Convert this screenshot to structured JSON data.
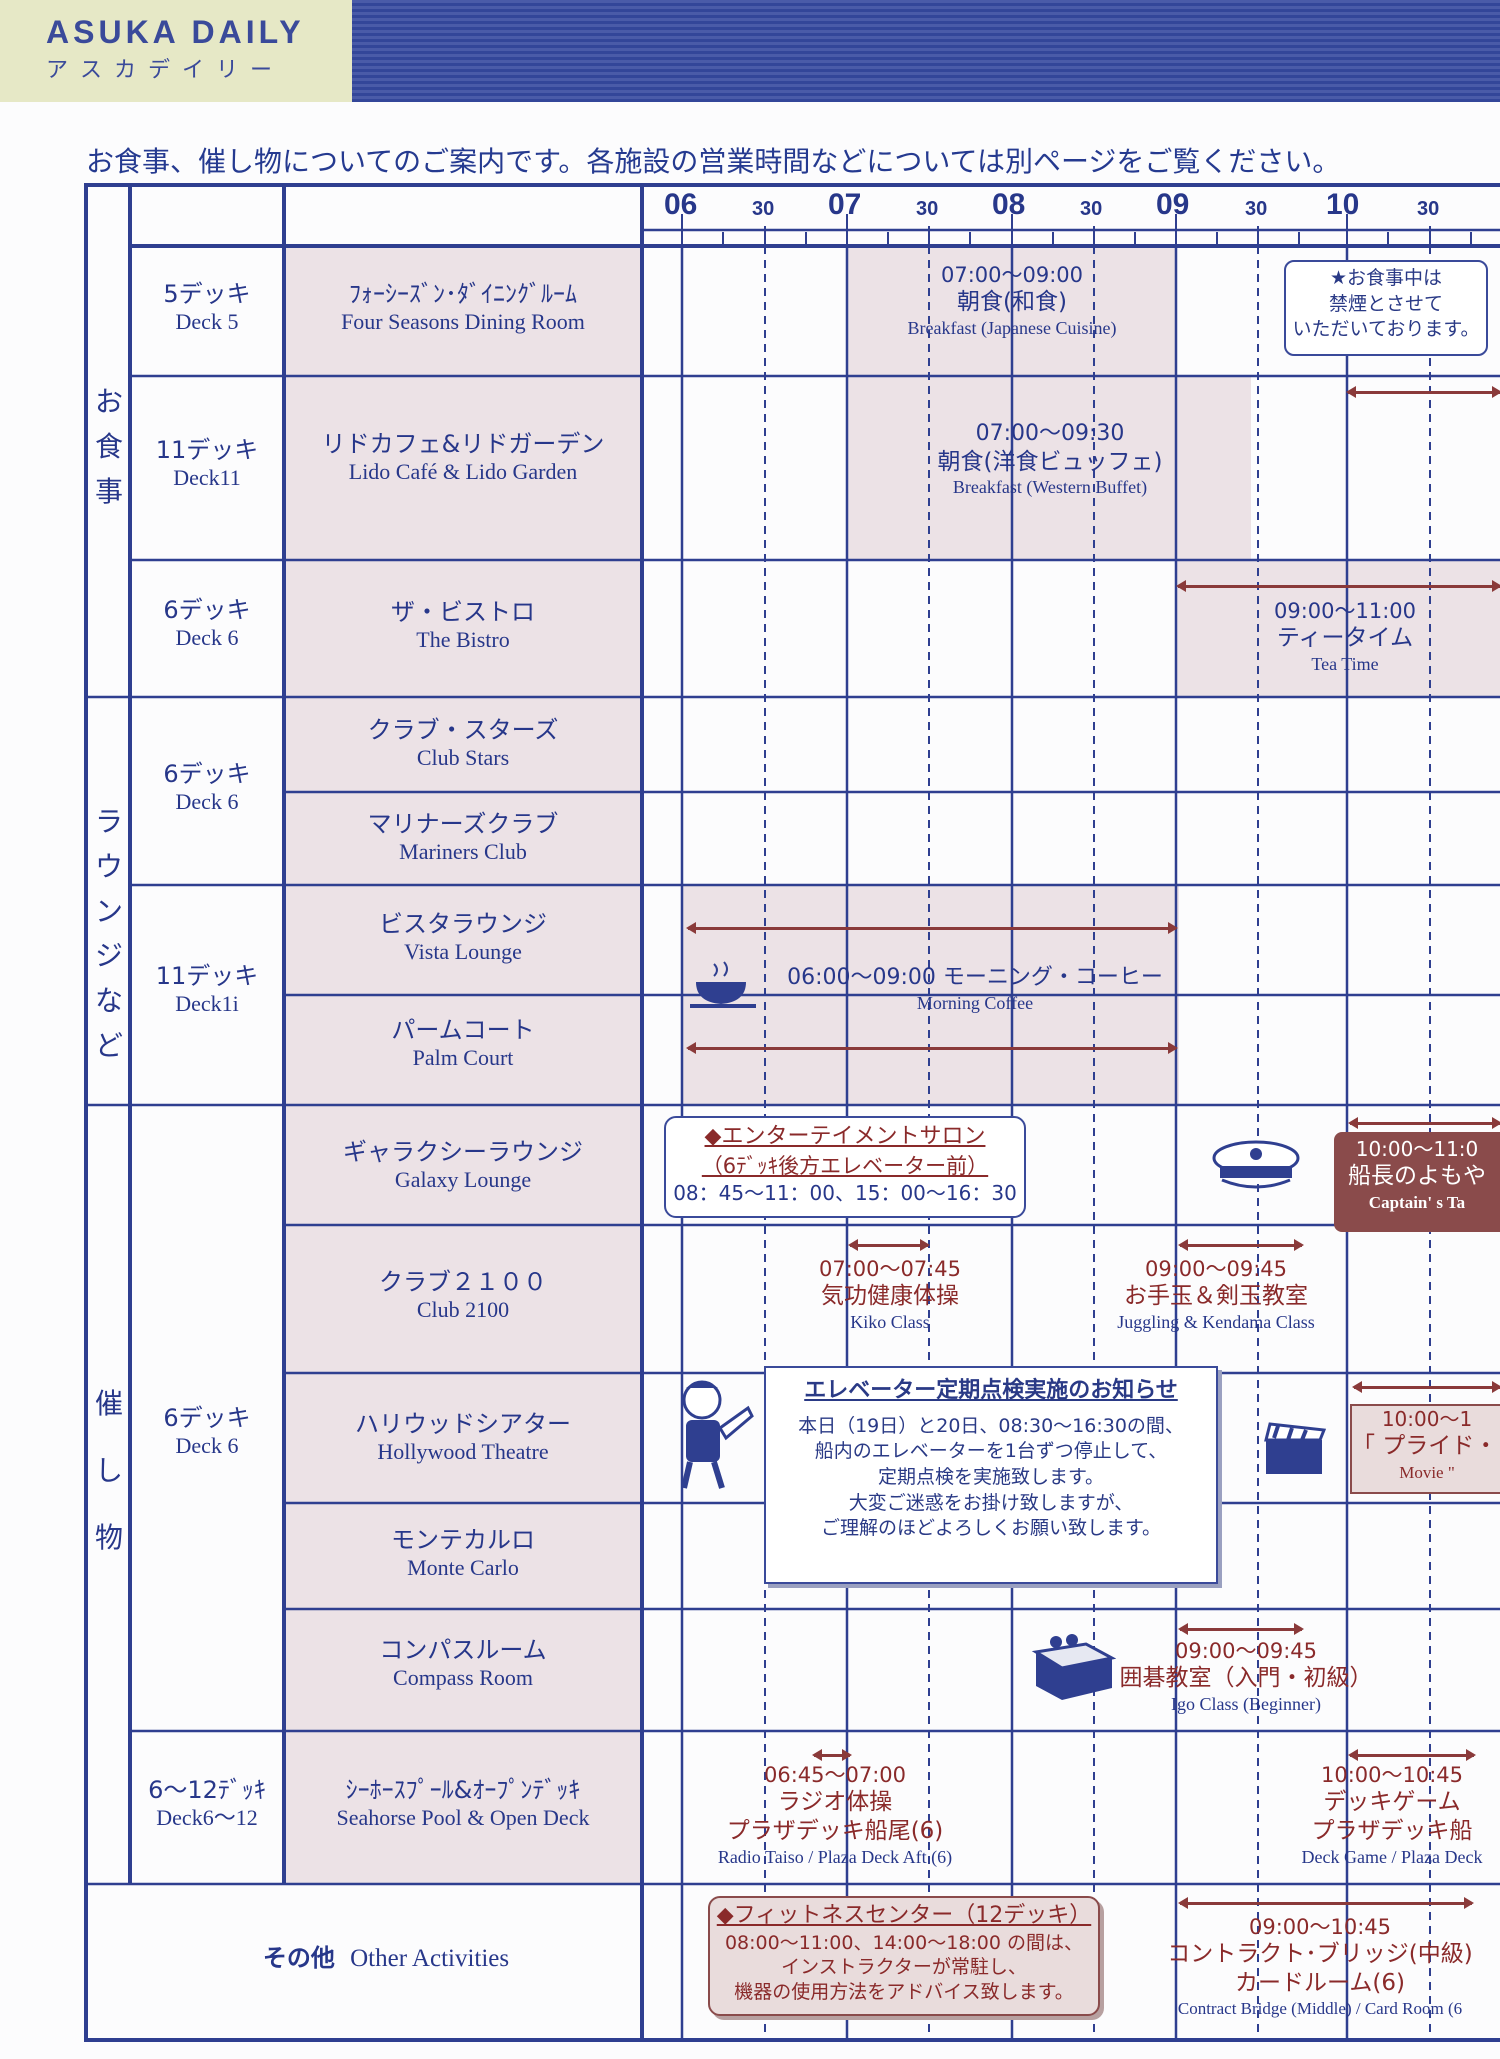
{
  "header": {
    "title": "ASUKA DAILY",
    "subtitle": "アスカデイリー"
  },
  "intro": "お食事、催し物についてのご案内です。各施設の営業時間などについては別ページをご覧ください。",
  "timeline": {
    "hours": [
      "06",
      "07",
      "08",
      "09",
      "10"
    ],
    "half": "30"
  },
  "groups": {
    "dining": "お食事",
    "lounge": "ラウンジなど",
    "events": "催し物",
    "other": "その他",
    "other_en": "Other Activities"
  },
  "decks": [
    {
      "jp": "5デッキ",
      "en": "Deck 5"
    },
    {
      "jp": "11デッキ",
      "en": "Deck11"
    },
    {
      "jp": "6デッキ",
      "en": "Deck 6"
    },
    {
      "jp": "6デッキ",
      "en": "Deck 6"
    },
    {
      "jp": "11デッキ",
      "en": "Deck1i"
    },
    {
      "jp": "6デッキ",
      "en": "Deck 6"
    },
    {
      "jp": "6～12ﾃﾞｯｷ",
      "en": "Deck6～12"
    }
  ],
  "venues": [
    {
      "jp": "ﾌｫｰｼｰｽﾞﾝ･ﾀﾞｲﾆﾝｸﾞﾙｰﾑ",
      "en": "Four Seasons Dining Room"
    },
    {
      "jp": "リドカフェ&リドガーデン",
      "en": "Lido Café & Lido Garden"
    },
    {
      "jp": "ザ・ビストロ",
      "en": "The Bistro"
    },
    {
      "jp": "クラブ・スターズ",
      "en": "Club Stars"
    },
    {
      "jp": "マリナーズクラブ",
      "en": "Mariners Club"
    },
    {
      "jp": "ビスタラウンジ",
      "en": "Vista Lounge"
    },
    {
      "jp": "パームコート",
      "en": "Palm Court"
    },
    {
      "jp": "ギャラクシーラウンジ",
      "en": "Galaxy Lounge"
    },
    {
      "jp": "クラブ２１００",
      "en": "Club 2100"
    },
    {
      "jp": "ハリウッドシアター",
      "en": "Hollywood Theatre"
    },
    {
      "jp": "モンテカルロ",
      "en": "Monte Carlo"
    },
    {
      "jp": "コンパスルーム",
      "en": "Compass Room"
    },
    {
      "jp": "ｼｰﾎｰｽﾌﾟｰﾙ&ｵｰﾌﾟﾝﾃﾞｯｷ",
      "en": "Seahorse Pool & Open Deck"
    }
  ],
  "events": {
    "breakfast_jp": {
      "time": "07:00～09:00",
      "jp": "朝食(和食)",
      "en": "Breakfast (Japanese Cuisine)"
    },
    "no_smoking": [
      "★お食事中は",
      "禁煙とさせて",
      "いただいております。"
    ],
    "breakfast_west": {
      "time": "07:00～09:30",
      "jp": "朝食(洋食ビュッフェ)",
      "en": "Breakfast (Western Buffet)"
    },
    "tea": {
      "time": "09:00～11:00",
      "jp": "ティータイム",
      "en": "Tea Time"
    },
    "coffee": {
      "jp": "06:00～09:00 モーニング・コーヒー",
      "en": "Morning  Coffee"
    },
    "salon": {
      "title": "◆エンターテイメントサロン",
      "sub": "（6ﾃﾞｯｷ後方エレベーター前）",
      "time": "08：45～11：00、15：00～16：30"
    },
    "captain": {
      "time": "10:00～11:0",
      "jp": "船長のよもや",
      "en": "Captain' s Ta"
    },
    "kiko": {
      "time": "07:00～07:45",
      "jp": "気功健康体操",
      "en": "Kiko Class"
    },
    "juggling": {
      "time": "09:00～09:45",
      "jp": "お手玉＆剣玉教室",
      "en": "Juggling & Kendama Class"
    },
    "notice": {
      "title": "エレベーター定期点検実施のお知らせ",
      "lines": [
        "本日（19日）と20日、08:30～16:30の間、",
        "船内のエレベーターを1台ずつ停止して、",
        "定期点検を実施致します。",
        "大変ご迷惑をお掛け致しますが、",
        "ご理解のほどよろしくお願い致します。"
      ]
    },
    "movie": {
      "time": "10:00～1",
      "jp": "「 プライド・ア",
      "en": "Movie \""
    },
    "igo": {
      "time": "09:00～09:45",
      "jp": "囲碁教室（入門・初級）",
      "en": "Igo Class (Beginner)"
    },
    "radio": {
      "time": "06:45～07:00",
      "jp": "ラジオ体操",
      "jp2": "プラザデッキ船尾(6)",
      "en": "Radio Taiso / Plaza Deck Aft (6)"
    },
    "deckgame": {
      "time": "10:00～10:45",
      "jp": "デッキゲーム",
      "jp2": "プラザデッキ船",
      "en": "Deck Game / Plaza Deck"
    },
    "fitness": {
      "title": "◆フィットネスセンター（12デッキ）",
      "lines": [
        "08:00～11:00、14:00～18:00 の間は、",
        "インストラクターが常駐し、",
        "機器の使用方法をアドバイス致します。"
      ]
    },
    "bridge": {
      "time": "09:00～10:45",
      "jp": "コントラクト･ブリッジ(中級)",
      "jp2": "カードルーム(6)",
      "en": "Contract Bridge (Middle) / Card Room (6"
    }
  },
  "colors": {
    "navy": "#27378a",
    "shade": "#ece2e6",
    "red": "#8a2a2a"
  }
}
